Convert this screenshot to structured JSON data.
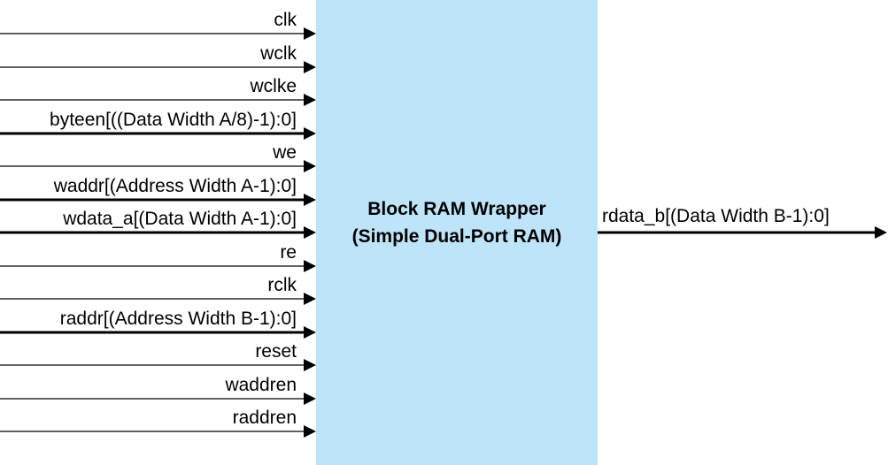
{
  "block": {
    "fill": "#bde4f8",
    "title_line1": "Block RAM Wrapper",
    "title_line2": "(Simple Dual-Port RAM)"
  },
  "inputs": [
    {
      "name": "clk",
      "bus": false
    },
    {
      "name": "wclk",
      "bus": false
    },
    {
      "name": "wclke",
      "bus": false
    },
    {
      "name": "byteen[((Data Width A/8)-1):0]",
      "bus": true
    },
    {
      "name": "we",
      "bus": false
    },
    {
      "name": "waddr[(Address Width A-1):0]",
      "bus": true
    },
    {
      "name": "wdata_a[(Data Width A-1):0]",
      "bus": true
    },
    {
      "name": "re",
      "bus": false
    },
    {
      "name": "rclk",
      "bus": false
    },
    {
      "name": "raddr[(Address Width B-1):0]",
      "bus": true
    },
    {
      "name": "reset",
      "bus": false
    },
    {
      "name": "waddren",
      "bus": false
    },
    {
      "name": "raddren",
      "bus": false
    }
  ],
  "outputs": [
    {
      "name": "rdata_b[(Data Width B-1):0]",
      "bus": true
    }
  ]
}
